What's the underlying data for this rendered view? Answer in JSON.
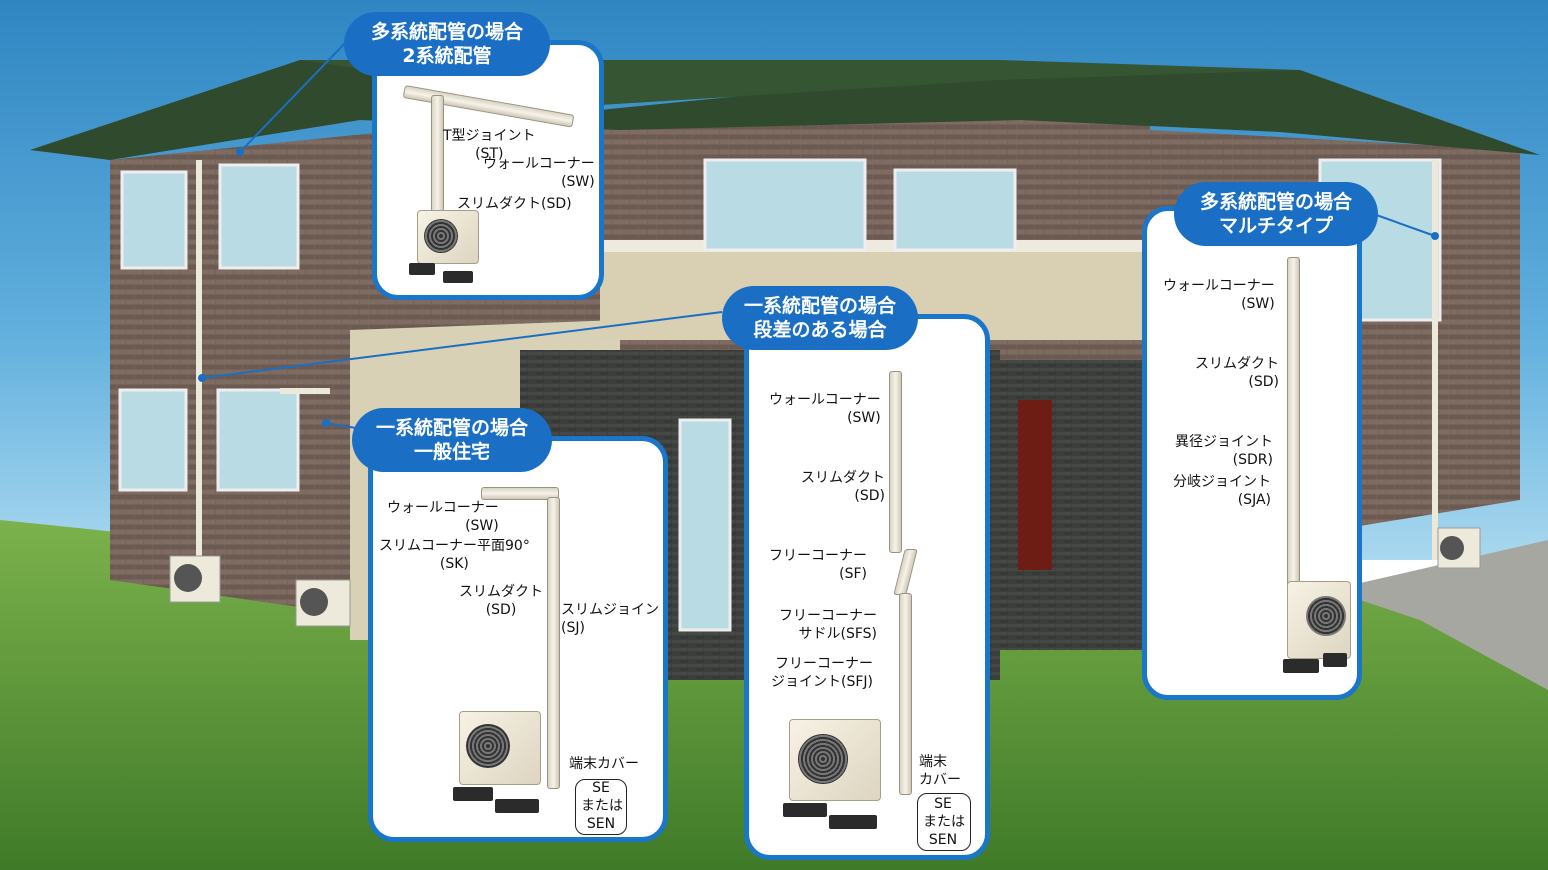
{
  "callouts": {
    "two_system": {
      "title": [
        "多系統配管の場合",
        "2系統配管"
      ],
      "labels": {
        "t_joint": [
          "T型ジョイント",
          "(ST)"
        ],
        "wall_corner": [
          "ウォールコーナー",
          "(SW)"
        ],
        "slim_duct": "スリムダクト(SD)"
      }
    },
    "general_house": {
      "title": [
        "一系統配管の場合",
        "一般住宅"
      ],
      "labels": {
        "wall_corner": [
          "ウォールコーナー",
          "(SW)"
        ],
        "slim_corner": [
          "スリムコーナー平面90°",
          "(SK)"
        ],
        "slim_duct": [
          "スリムダクト",
          "(SD)"
        ],
        "slim_joint": [
          "スリムジョイント",
          "(SJ)"
        ],
        "end_cover": "端末カバー",
        "end_cover_codes": [
          "SE",
          "または",
          "SEN"
        ]
      }
    },
    "step": {
      "title": [
        "一系統配管の場合",
        "段差のある場合"
      ],
      "labels": {
        "wall_corner": [
          "ウォールコーナー",
          "(SW)"
        ],
        "slim_duct": [
          "スリムダクト",
          "(SD)"
        ],
        "free_corner": [
          "フリーコーナー",
          "(SF)"
        ],
        "free_corner_saddle": [
          "フリーコーナー",
          "サドル(SFS)"
        ],
        "free_corner_joint": [
          "フリーコーナー",
          "ジョイント(SFJ)"
        ],
        "end_cover": [
          "端末",
          "カバー"
        ],
        "end_cover_codes": [
          "SE",
          "または",
          "SEN"
        ]
      }
    },
    "multi_type": {
      "title": [
        "多系統配管の場合",
        "マルチタイプ"
      ],
      "labels": {
        "wall_corner": [
          "ウォールコーナー",
          "(SW)"
        ],
        "slim_duct": [
          "スリムダクト",
          "(SD)"
        ],
        "reducer_joint": [
          "異径ジョイント",
          "(SDR)"
        ],
        "branch_joint": [
          "分岐ジョイント",
          "(SJA)"
        ]
      }
    }
  },
  "colors": {
    "accent": "#1a6fc4",
    "callout_border": "#1976c9",
    "sky": "#3c93c9",
    "grass": "#4c8a33",
    "roof": "#2f4a2c",
    "brick": "#6b5a50"
  }
}
